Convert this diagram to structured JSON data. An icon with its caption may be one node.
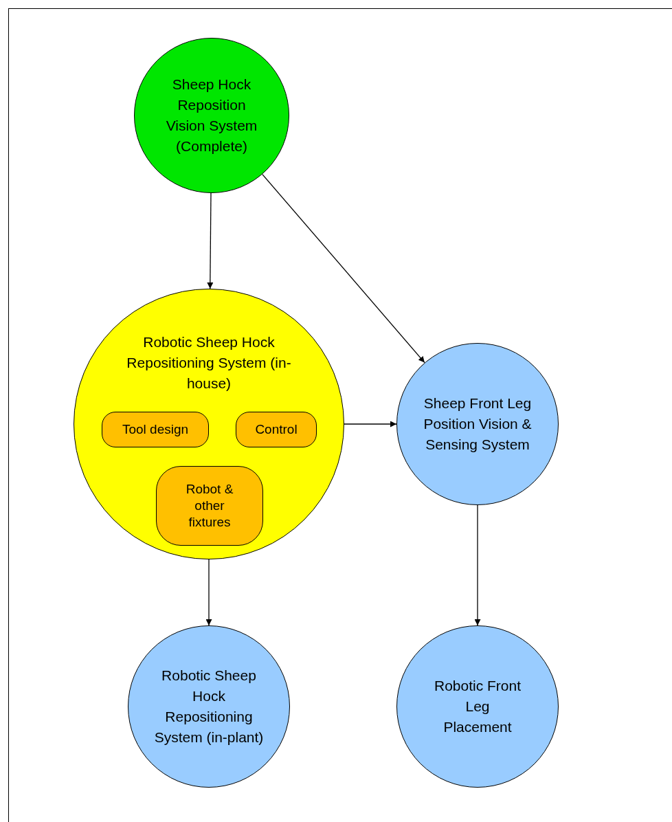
{
  "diagram": {
    "nodes": [
      {
        "text": [
          "Sheep Hock Reposition Vision System (Complete)"
        ]
      },
      {
        "text": [
          "Robotic Sheep Hock Repositioning System (in-house)"
        ]
      },
      {
        "text": [
          "Tool design"
        ],
        "in": 1
      },
      {
        "text": [
          "Control"
        ],
        "in": 1
      },
      {
        "text": [
          "Robot & other fixtures"
        ],
        "in": 1
      },
      {
        "text": [
          "Sheep Front Leg Position Vision & Sensing System"
        ]
      },
      {
        "text": [
          "Robotic Sheep Hock Repositioning System (in-plant)"
        ]
      },
      {
        "text": [
          "Robotic Front Leg Placement"
        ]
      }
    ],
    "edges": [
      {
        "from": 0,
        "to": 1,
        "arrow": "to"
      },
      {
        "from": 0,
        "to": 5,
        "arrow": "to"
      },
      {
        "from": 1,
        "to": 5,
        "arrow": "to"
      },
      {
        "from": 1,
        "to": 6,
        "arrow": "to"
      },
      {
        "from": 5,
        "to": 7,
        "arrow": "to"
      }
    ]
  }
}
